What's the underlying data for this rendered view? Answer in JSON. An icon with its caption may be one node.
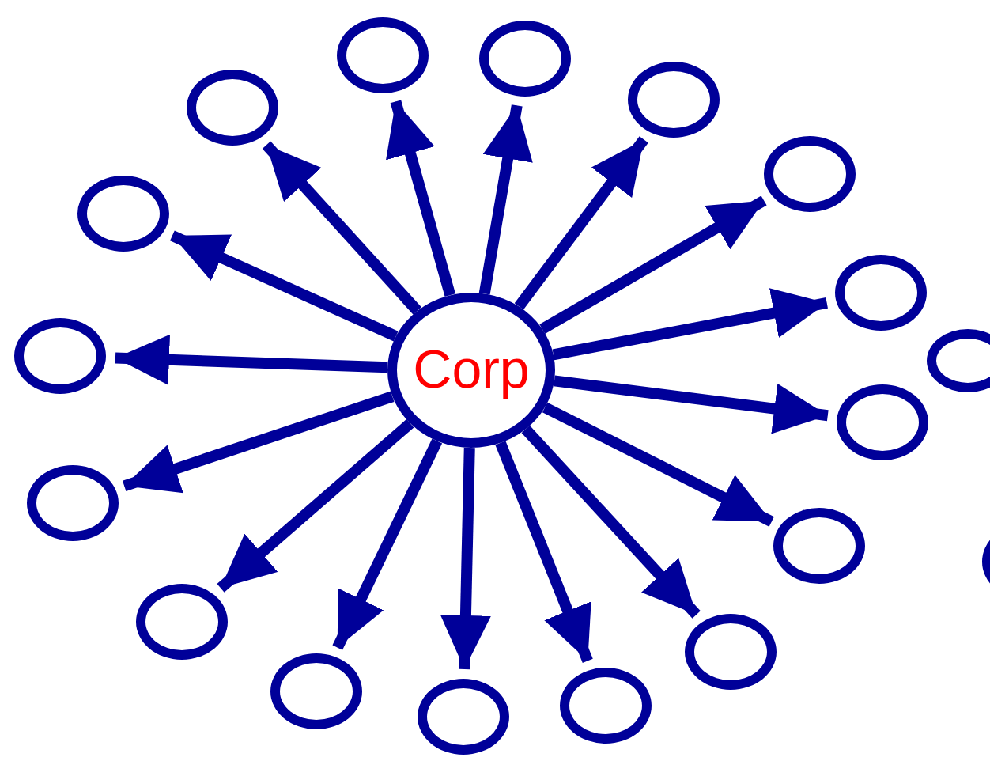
{
  "diagram": {
    "nodes": [
      {
        "text": [
          "Corp"
        ]
      },
      {
        "text": [],
        "shape": "circle"
      },
      {
        "text": [],
        "shape": "circle"
      },
      {
        "text": [],
        "shape": "circle"
      },
      {
        "text": [],
        "shape": "circle"
      },
      {
        "text": [],
        "shape": "circle"
      },
      {
        "text": [],
        "shape": "circle"
      },
      {
        "text": [],
        "shape": "circle"
      },
      {
        "text": [],
        "shape": "circle"
      },
      {
        "text": [],
        "shape": "circle"
      },
      {
        "text": [],
        "shape": "circle"
      },
      {
        "text": [],
        "shape": "circle"
      },
      {
        "text": [],
        "shape": "circle"
      },
      {
        "text": [],
        "shape": "circle"
      },
      {
        "text": [],
        "shape": "circle"
      },
      {
        "text": [],
        "shape": "circle"
      },
      {
        "text": [],
        "shape": "circle"
      },
      {
        "text": [],
        "shape": "circle"
      },
      {
        "text": [],
        "shape": "circle"
      }
    ],
    "edges": [
      {
        "from": 0,
        "to": 1,
        "arrow": "to"
      },
      {
        "from": 0,
        "to": 2,
        "arrow": "to"
      },
      {
        "from": 0,
        "to": 3,
        "arrow": "to"
      },
      {
        "from": 0,
        "to": 4,
        "arrow": "to"
      },
      {
        "from": 0,
        "to": 5,
        "arrow": "to"
      },
      {
        "from": 0,
        "to": 6,
        "arrow": "to"
      },
      {
        "from": 0,
        "to": 8,
        "arrow": "to"
      },
      {
        "from": 0,
        "to": 9,
        "arrow": "to"
      },
      {
        "from": 0,
        "to": 10,
        "arrow": "to"
      },
      {
        "from": 0,
        "to": 11,
        "arrow": "to"
      },
      {
        "from": 0,
        "to": 12,
        "arrow": "to"
      },
      {
        "from": 0,
        "to": 13,
        "arrow": "to"
      },
      {
        "from": 0,
        "to": 14,
        "arrow": "to"
      },
      {
        "from": 0,
        "to": 15,
        "arrow": "to"
      },
      {
        "from": 0,
        "to": 16,
        "arrow": "to"
      },
      {
        "from": 0,
        "to": 17,
        "arrow": "to"
      }
    ]
  }
}
